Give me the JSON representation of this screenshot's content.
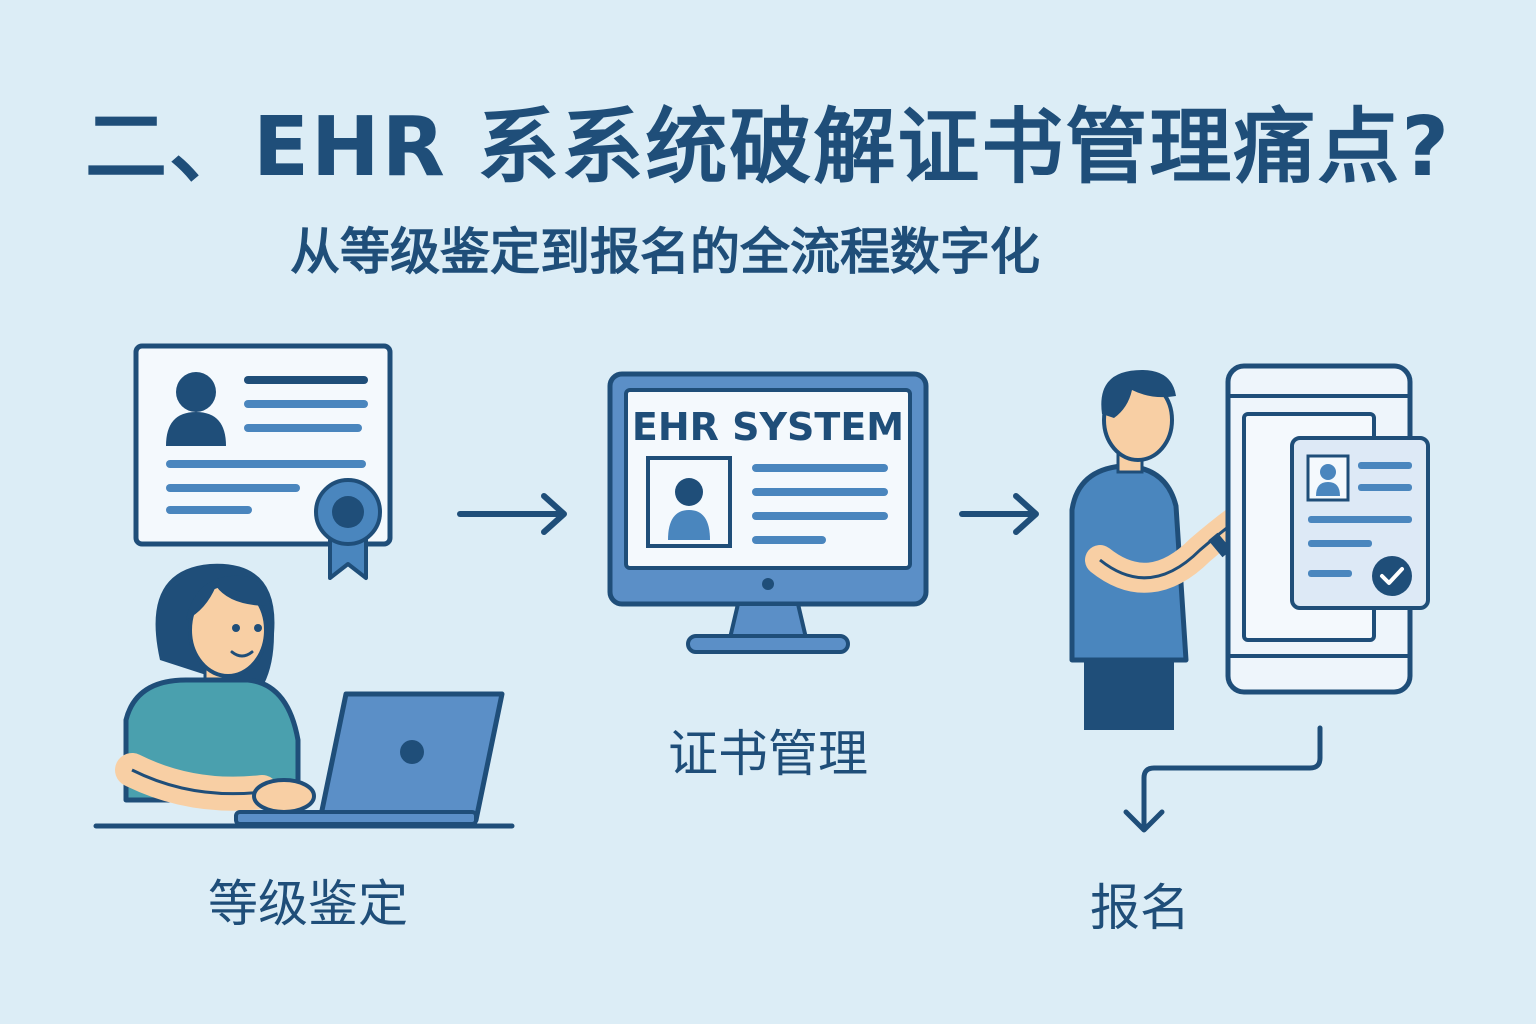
{
  "header": {
    "title": "二、EHR 系系统破解证书管理痛点?",
    "subtitle": "从等级鉴定到报名的全流程数字化"
  },
  "stages": [
    {
      "label": "等级鉴定"
    },
    {
      "label": "证书管理",
      "screen_title": "EHR SYSTEM"
    },
    {
      "label": "报名"
    }
  ],
  "colors": {
    "background": "#dcedf6",
    "primary": "#1f4e79",
    "accent": "#4a86be",
    "light": "#eef5fb"
  },
  "icons": [
    "certificate-icon",
    "rosette-icon",
    "laptop-icon",
    "monitor-icon",
    "smartphone-icon",
    "checkmark-icon",
    "arrow-right-icon",
    "arrow-down-icon"
  ]
}
